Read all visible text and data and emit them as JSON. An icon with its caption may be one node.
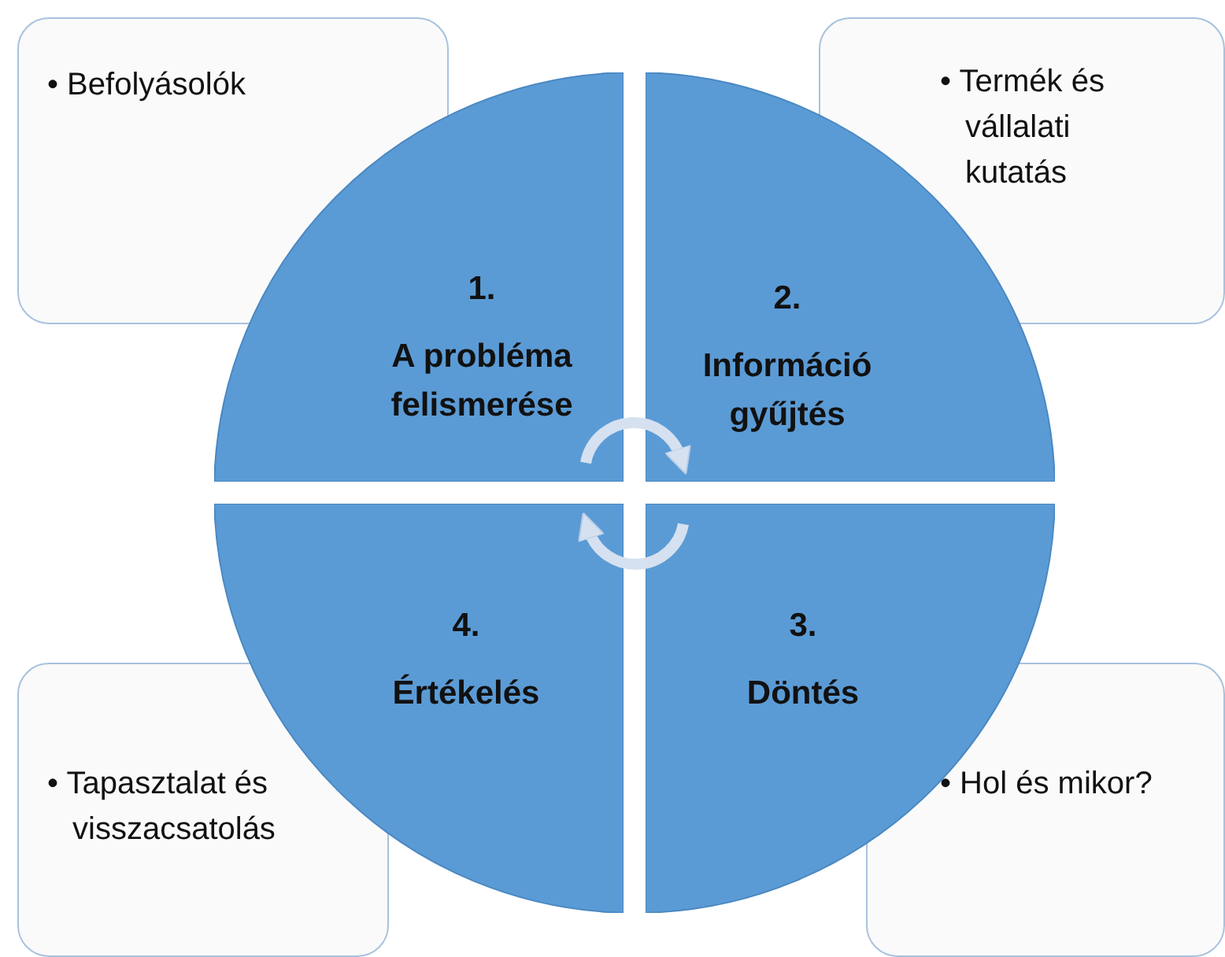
{
  "diagram": {
    "nodes": [
      {
        "text": [
          "• Befolyásolók"
        ]
      },
      {
        "text": [
          "• Termék és vállalati kutatás"
        ]
      },
      {
        "text": [
          "1.",
          "A probléma felismerése"
        ]
      },
      {
        "text": [
          "2.",
          "Információ gyűjtés"
        ]
      },
      {
        "text": [
          "3.",
          "Döntés"
        ]
      },
      {
        "text": [
          "4.",
          "Értékelés"
        ]
      },
      {
        "text": [
          "• Tapasztalat és visszacsatolás"
        ]
      },
      {
        "text": [
          "• Hol és mikor?"
        ]
      }
    ],
    "edges": [
      {
        "from": 2,
        "to": 3,
        "arrow": "to"
      },
      {
        "from": 4,
        "to": 5,
        "arrow": "to"
      }
    ]
  }
}
